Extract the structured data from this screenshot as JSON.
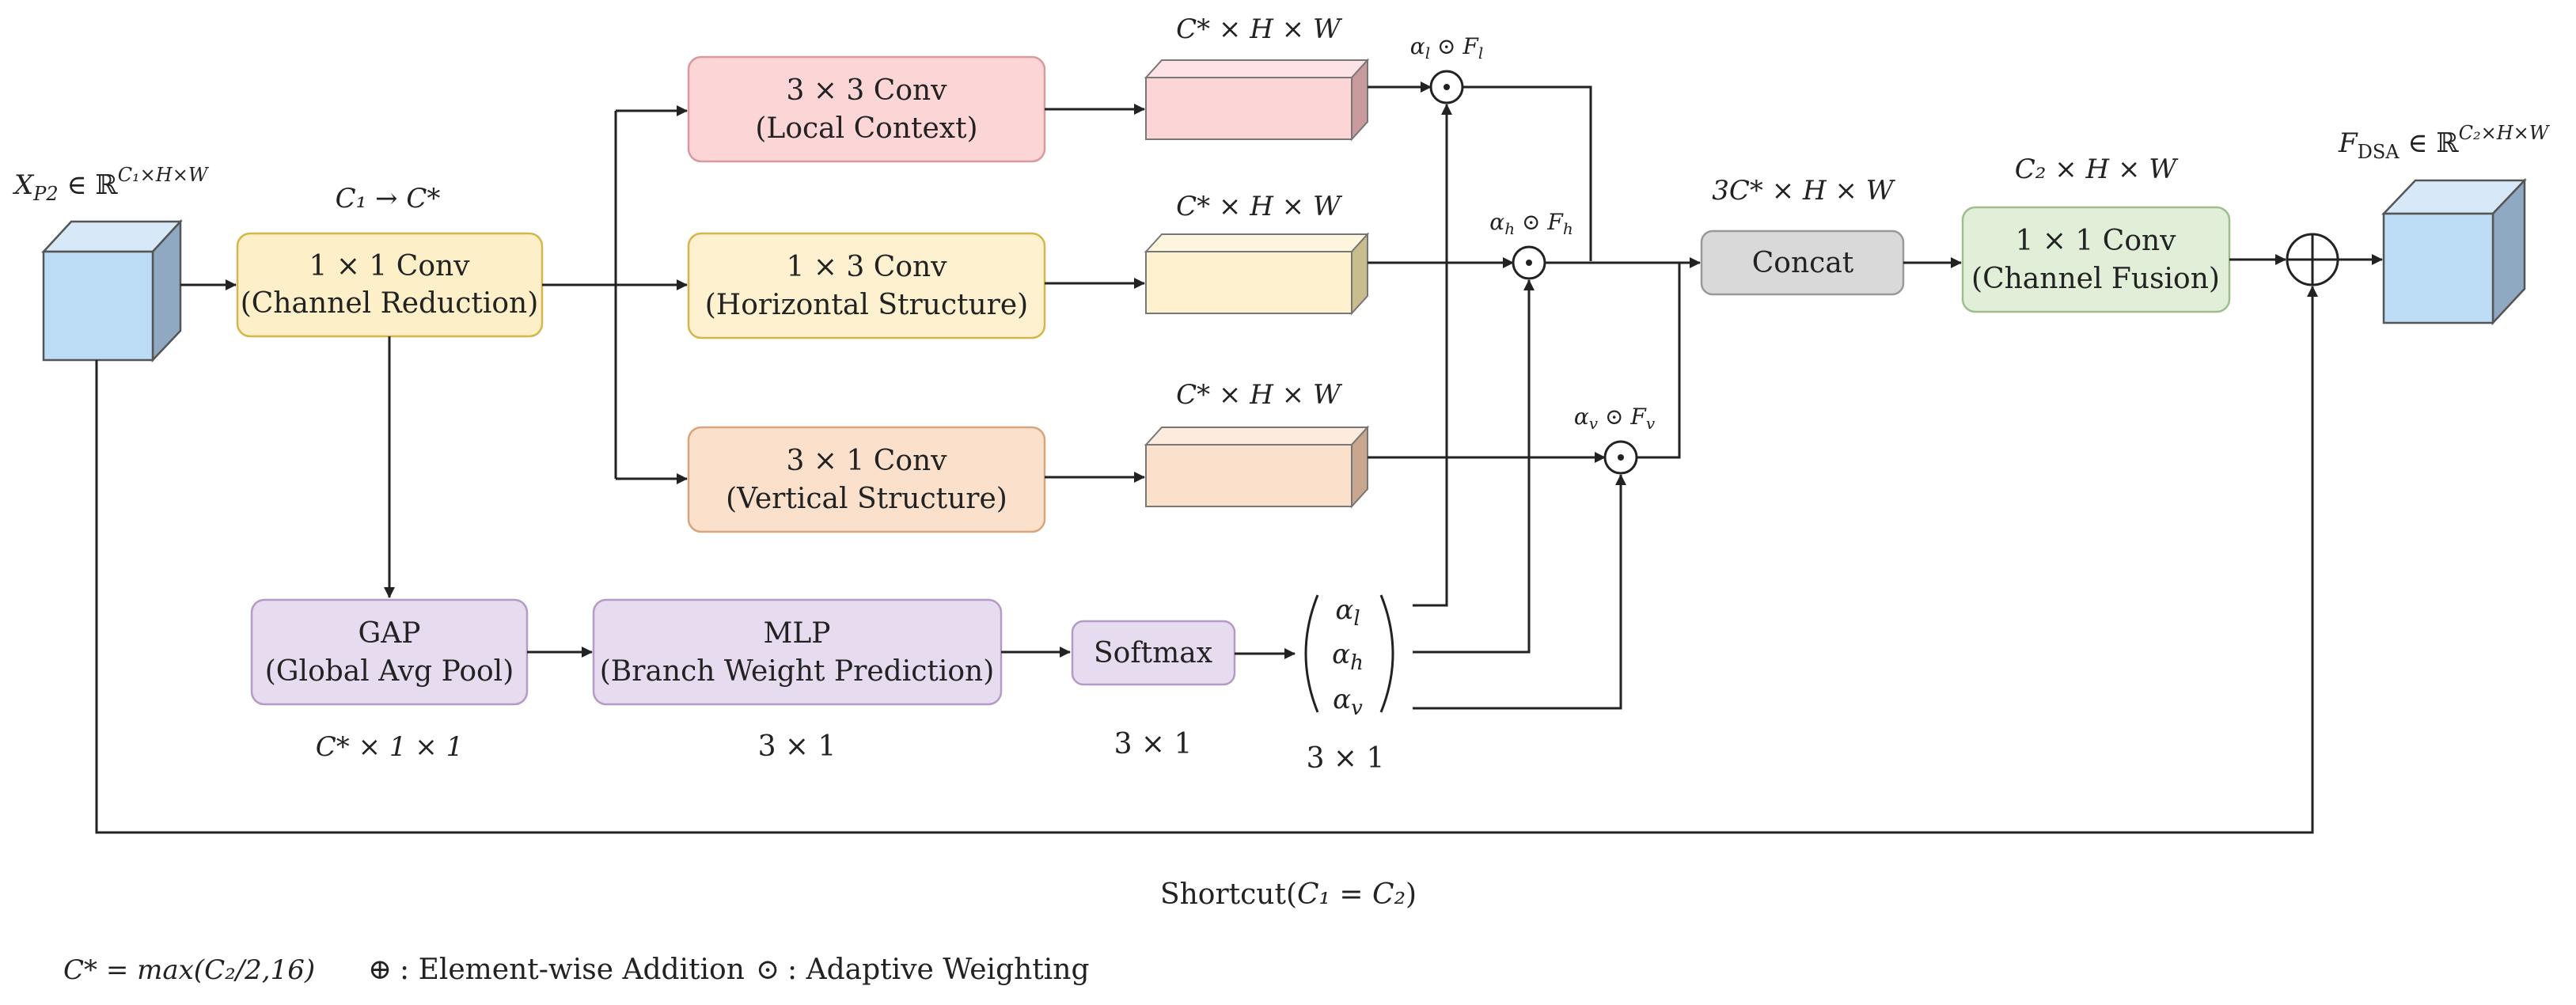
{
  "input": {
    "label": "X_P2 ∈ ℝ^{C1×H×W}",
    "label_main": "X",
    "label_sub": "P2",
    "label_rest": " ∈ ℝ",
    "label_sup": "C₁×H×W"
  },
  "reduction": {
    "dim": "C₁ → C*",
    "title": "1 × 1 Conv",
    "subtitle": "(Channel Reduction)"
  },
  "branches": [
    {
      "title": "3 × 3 Conv",
      "subtitle": "(Local Context)",
      "dim": "C* × H × W",
      "weight": "α_l ⊙ F_l",
      "color": "#fcd5d7"
    },
    {
      "title": "1 × 3 Conv",
      "subtitle": "(Horizontal Structure)",
      "dim": "C* × H × W",
      "weight": "α_h ⊙ F_h",
      "color": "#fdf1cf"
    },
    {
      "title": "3 × 1 Conv",
      "subtitle": "(Vertical Structure)",
      "dim": "C* × H × W",
      "weight": "α_v ⊙ F_v",
      "color": "#fbe1cc"
    }
  ],
  "weights": {
    "l": {
      "alpha": "α",
      "sub": "l",
      "op": " ⊙ ",
      "F": "F",
      "Fsub": "l"
    },
    "h": {
      "alpha": "α",
      "sub": "h",
      "op": " ⊙ ",
      "F": "F",
      "Fsub": "h"
    },
    "v": {
      "alpha": "α",
      "sub": "v",
      "op": " ⊙ ",
      "F": "F",
      "Fsub": "v"
    }
  },
  "gating": [
    {
      "title": "GAP",
      "subtitle": "(Global Avg Pool)",
      "dim": "C* × 1 × 1"
    },
    {
      "title": "MLP",
      "subtitle": "(Branch Weight Prediction)",
      "dim": "3 × 1"
    },
    {
      "title": "Softmax",
      "subtitle": "",
      "dim": "3 × 1"
    }
  ],
  "alpha_vector": {
    "entries": [
      "α_l",
      "α_h",
      "α_v"
    ],
    "dim": "3 × 1"
  },
  "concat": {
    "dim": "3C* × H × W",
    "title": "Concat"
  },
  "fusion": {
    "dim": "C₂ × H × W",
    "title": "1 × 1 Conv",
    "subtitle": "(Channel Fusion)"
  },
  "output": {
    "label_main": "F",
    "label_sub": "DSA",
    "label_rest": " ∈ ℝ",
    "label_sup": "C₂×H×W"
  },
  "shortcut": {
    "text": "Shortcut(C₁ = C₂)",
    "prefix": "Shortcut(",
    "math": "C₁ = C₂",
    "suffix": ")"
  },
  "legend": {
    "formula": "C* = max(C₂/2,16)",
    "add_symbol": "⊕",
    "add_text": ": Element-wise Addition",
    "weight_symbol": "⊙",
    "weight_text": ": Adaptive Weighting"
  },
  "colors": {
    "input_cube": "#bcdcf5",
    "reduction": "#fdefc7",
    "gating": "#e7dcef",
    "concat": "#d9d9d9",
    "fusion": "#e1efd9",
    "output_cube": "#bcdcf5"
  }
}
